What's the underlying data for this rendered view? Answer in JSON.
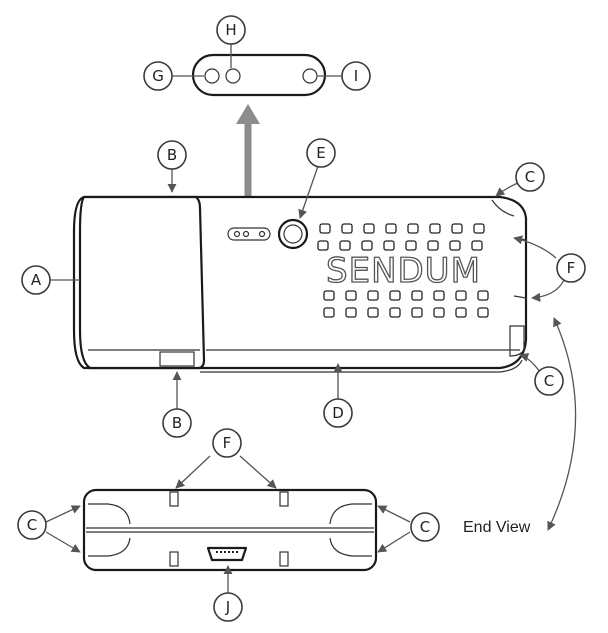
{
  "callouts": {
    "a": "A",
    "b_top": "B",
    "b_bottom": "B",
    "c_top": "C",
    "c_right": "C",
    "c_end_left": "C",
    "c_end_right": "C",
    "d": "D",
    "e": "E",
    "f_side": "F",
    "f_end": "F",
    "g": "G",
    "h": "H",
    "i": "I",
    "j": "J"
  },
  "brand_text": "SENDUM",
  "end_view_label": "End View",
  "colors": {
    "line": "#1a1a1a",
    "arrow_gray": "#8c8c8c",
    "background": "#ffffff"
  }
}
